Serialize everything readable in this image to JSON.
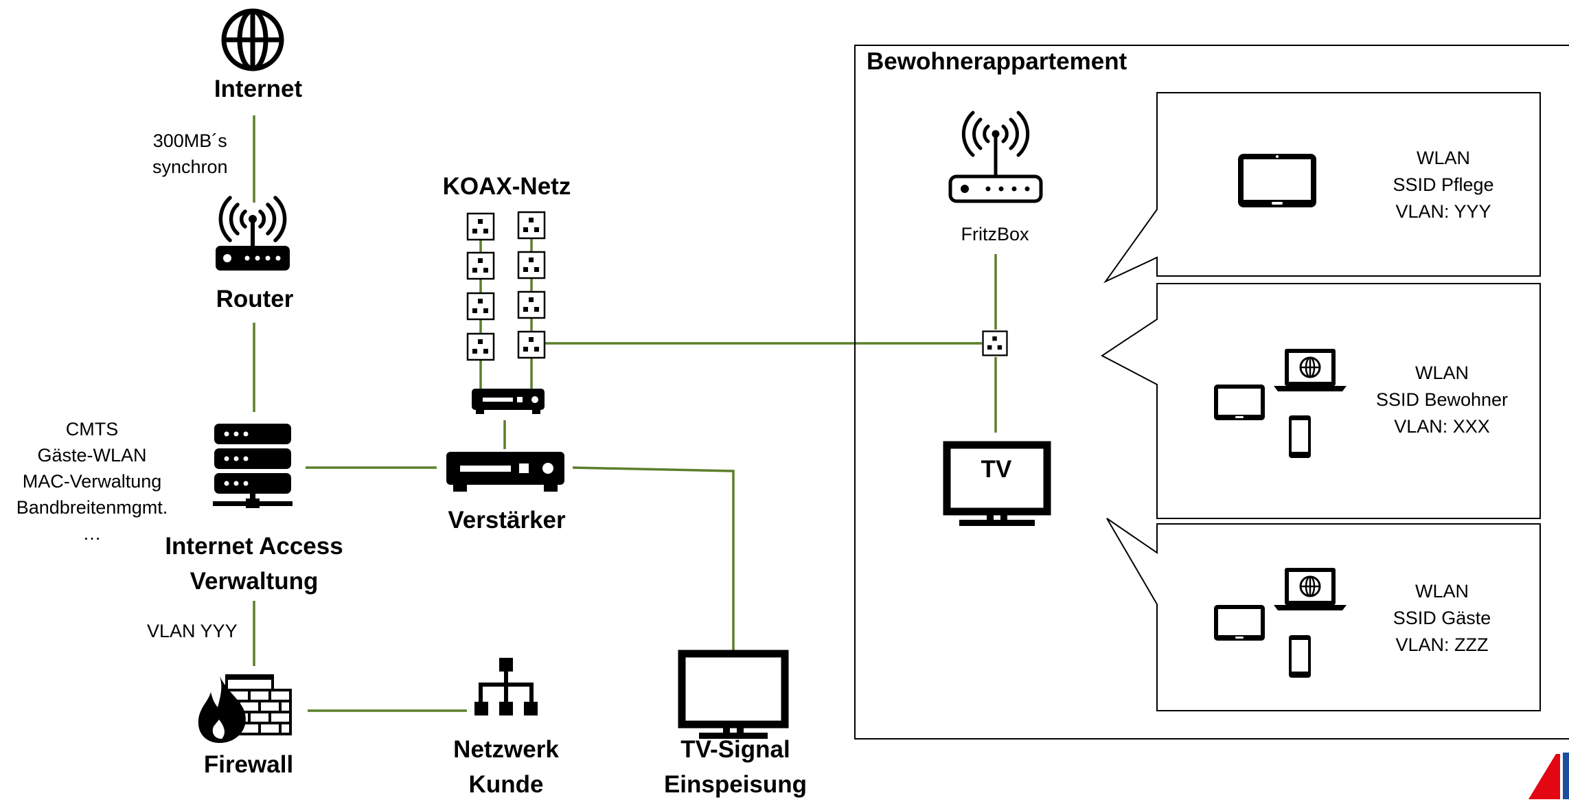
{
  "labels": {
    "internet": "Internet",
    "bandwidth": [
      "300MB´s",
      "synchron"
    ],
    "router": "Router",
    "cmts_notes": [
      "CMTS",
      "Gäste-WLAN",
      "MAC-Verwaltung",
      "Bandbreitenmgmt.",
      "…"
    ],
    "access": [
      "Internet Access",
      "Verwaltung"
    ],
    "vlan_yyy": "VLAN YYY",
    "firewall": "Firewall",
    "koax": "KOAX-Netz",
    "verstaerker": "Verstärker",
    "netzwerk": [
      "Netzwerk",
      "Kunde"
    ],
    "tvsignal": [
      "TV-Signal",
      "Einspeisung"
    ],
    "appartement": "Bewohnerappartement",
    "fritzbox": "FritzBox",
    "tv": "TV"
  },
  "wlan_panels": [
    {
      "lines": [
        "WLAN",
        "SSID Pflege",
        "VLAN: YYY"
      ]
    },
    {
      "lines": [
        "WLAN",
        "SSID Bewohner",
        "VLAN: XXX"
      ]
    },
    {
      "lines": [
        "WLAN",
        "SSID Gäste",
        "VLAN: ZZZ"
      ]
    }
  ],
  "icons": [
    "globe-icon",
    "wifi-router-icon",
    "server-stack-icon",
    "firewall-icon",
    "coax-outlet-icon",
    "amplifier-icon",
    "network-tree-icon",
    "monitor-icon",
    "tablet-icon",
    "laptop-icon",
    "smartphone-icon",
    "brand-logo-icon"
  ],
  "colors": {
    "connector": "#5b7f2a",
    "logo_red": "#e30613",
    "logo_blue": "#1b4f9c"
  }
}
